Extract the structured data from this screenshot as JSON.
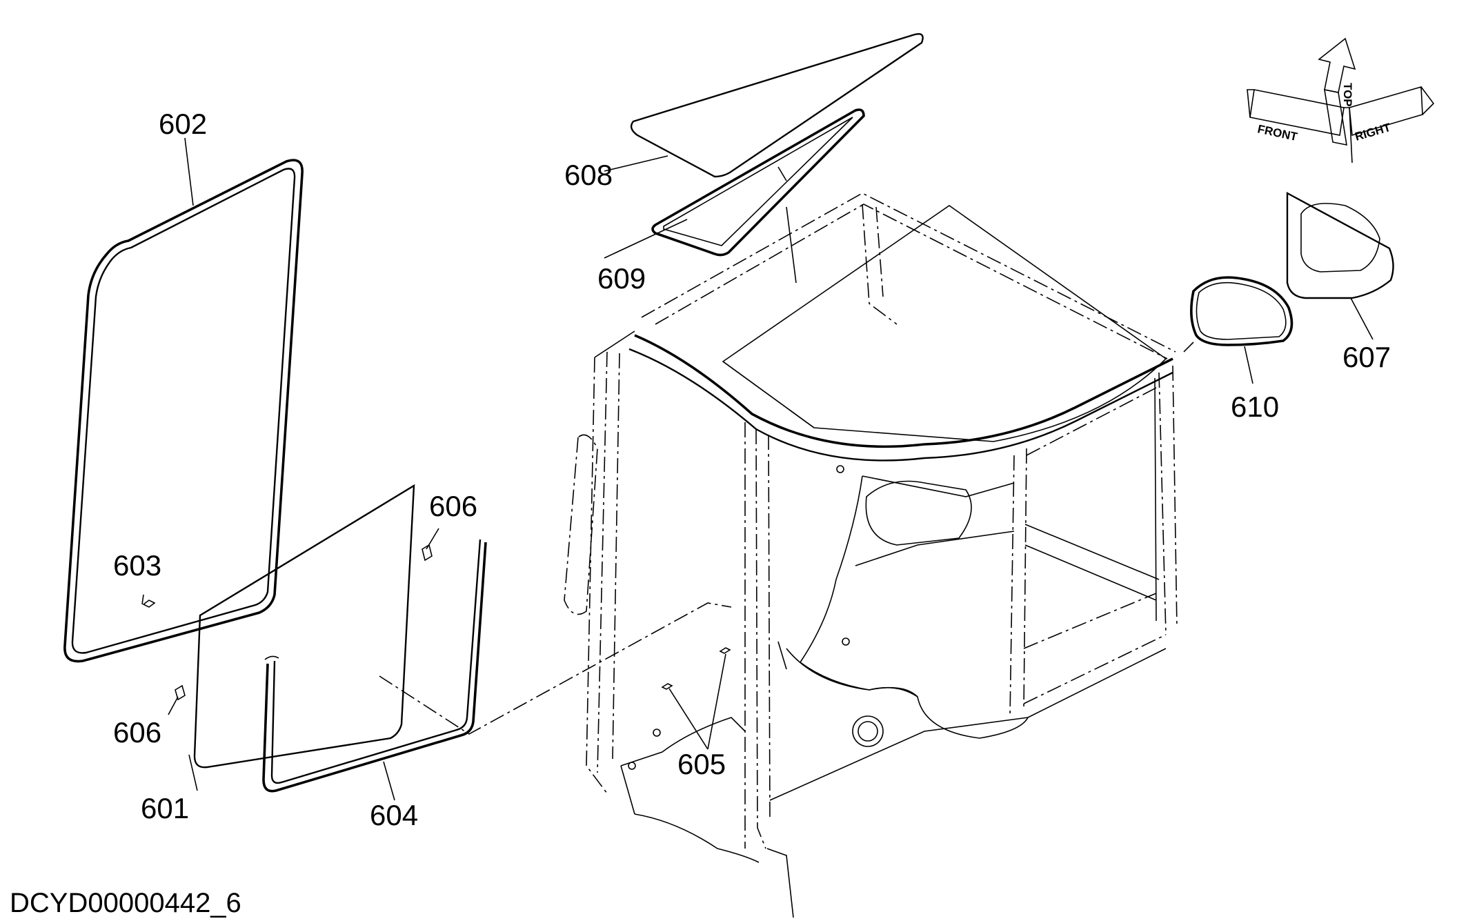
{
  "drawing_code": "DCYD00000442_6",
  "callouts": {
    "p601": "601",
    "p602": "602",
    "p603": "603",
    "p604": "604",
    "p605": "605",
    "p606a": "606",
    "p606b": "606",
    "p607": "607",
    "p608": "608",
    "p609": "609",
    "p610": "610"
  },
  "orientation": {
    "front": "FRONT",
    "top": "TOP",
    "right": "RIGHT"
  }
}
